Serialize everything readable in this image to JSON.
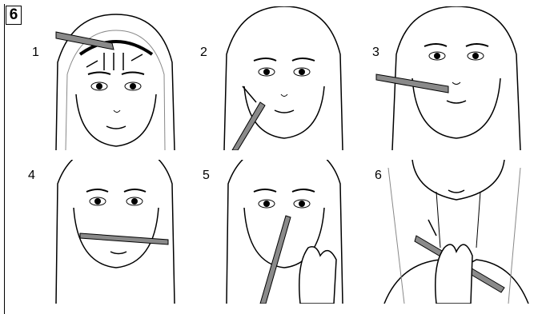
{
  "section_number": "6",
  "steps": [
    {
      "number": "1"
    },
    {
      "number": "2"
    },
    {
      "number": "3"
    },
    {
      "number": "4"
    },
    {
      "number": "5"
    },
    {
      "number": "6"
    }
  ],
  "colors": {
    "ink": "#000000",
    "hair": "#777777",
    "blade": "#8a8a8a",
    "paper": "#ffffff"
  },
  "icons": [
    "face-trimmer-icon",
    "direction-arrow-icon",
    "hand-icon"
  ]
}
